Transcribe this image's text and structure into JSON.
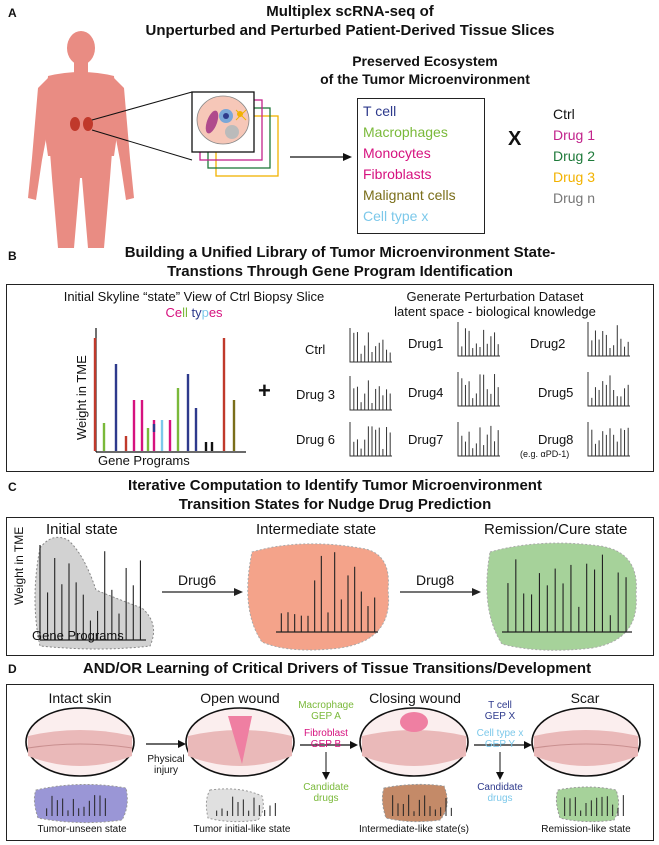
{
  "colors": {
    "tcell": "#2e3a8c",
    "macrophages": "#7ab93a",
    "monocytes": "#d6127f",
    "fibroblasts": "#d6127f",
    "malignant": "#7a6e1a",
    "celltypex": "#7cc8ea",
    "drug1": "#c2238b",
    "drug2": "#1e7a3a",
    "drug3": "#f2b200",
    "drugn": "#777777",
    "salmon": "#f4a38a",
    "green_blob": "#a6d29a",
    "gray_blob": "#d2d2d2",
    "purple_patch": "#9a96d6"
  },
  "panel_a": {
    "letter": "A",
    "title_line1": "Multiplex scRNA-seq of",
    "title_line2": "Unperturbed and Perturbed Patient-Derived Tissue Slices",
    "ecosystem_line1": "Preserved Ecosystem",
    "ecosystem_line2": "of the Tumor Microenvironment",
    "cell_types": [
      "T cell",
      "Macrophages",
      "Monocytes",
      "Fibroblasts",
      "Malignant cells",
      "Cell type x"
    ],
    "times": "X",
    "drugs": [
      "Ctrl",
      "Drug 1",
      "Drug 2",
      "Drug 3",
      "Drug n"
    ]
  },
  "panel_b": {
    "letter": "B",
    "title_line1": "Building a Unified Library of Tumor Microenvironment State-",
    "title_line2": "Transtions Through Gene Program Identification",
    "left_title": "Initial Skyline “state” View of Ctrl Biopsy Slice",
    "cell_types_label": "Cell types",
    "y_label": "Weight in TME",
    "x_label": "Gene Programs",
    "plus": "+",
    "right_title_line1": "Generate Perturbation Dataset",
    "right_title_line2": "latent space - biological knowledge",
    "conditions": [
      "Ctrl",
      "Drug1",
      "Drug2",
      "Drug 3",
      "Drug4",
      "Drug5",
      "Drug 6",
      "Drug7",
      "Drug8"
    ],
    "drug8_note": "(e.g. αPD-1)"
  },
  "panel_c": {
    "letter": "C",
    "title_line1": "Iterative Computation to Identify Tumor Microenvironment",
    "title_line2": "Transition States for Nudge Drug Prediction",
    "initial_state": "Initial state",
    "intermediate_state": "Intermediate state",
    "remission_state": "Remission/Cure state",
    "y_label": "Weight in TME",
    "x_label": "Gene Programs",
    "arrow1": "Drug6",
    "arrow2": "Drug8"
  },
  "panel_d": {
    "letter": "D",
    "title": "AND/OR Learning of Critical Drivers of Tissue Transitions/Development",
    "stages": [
      "Intact skin",
      "Open wound",
      "Closing wound",
      "Scar"
    ],
    "physical_injury": "Physical injury",
    "mid1_macrophage": "Macrophage",
    "mid1_gepa": "GEP A",
    "mid1_fibroblast": "Fibroblast",
    "mid1_gepb": "GEP B",
    "mid1_candidate": "Candidate",
    "mid1_drugs": "drugs",
    "mid2_tcell": "T cell",
    "mid2_gepx": "GEP X",
    "mid2_celltype": "Cell type x",
    "mid2_gepy": "GEP Y",
    "mid2_candidate": "Candidate",
    "mid2_drugs": "drugs",
    "state_labels": [
      "Tumor-unseen state",
      "Tumor initial-like state",
      "Intermediate-like state(s)",
      "Remission-like state"
    ]
  }
}
